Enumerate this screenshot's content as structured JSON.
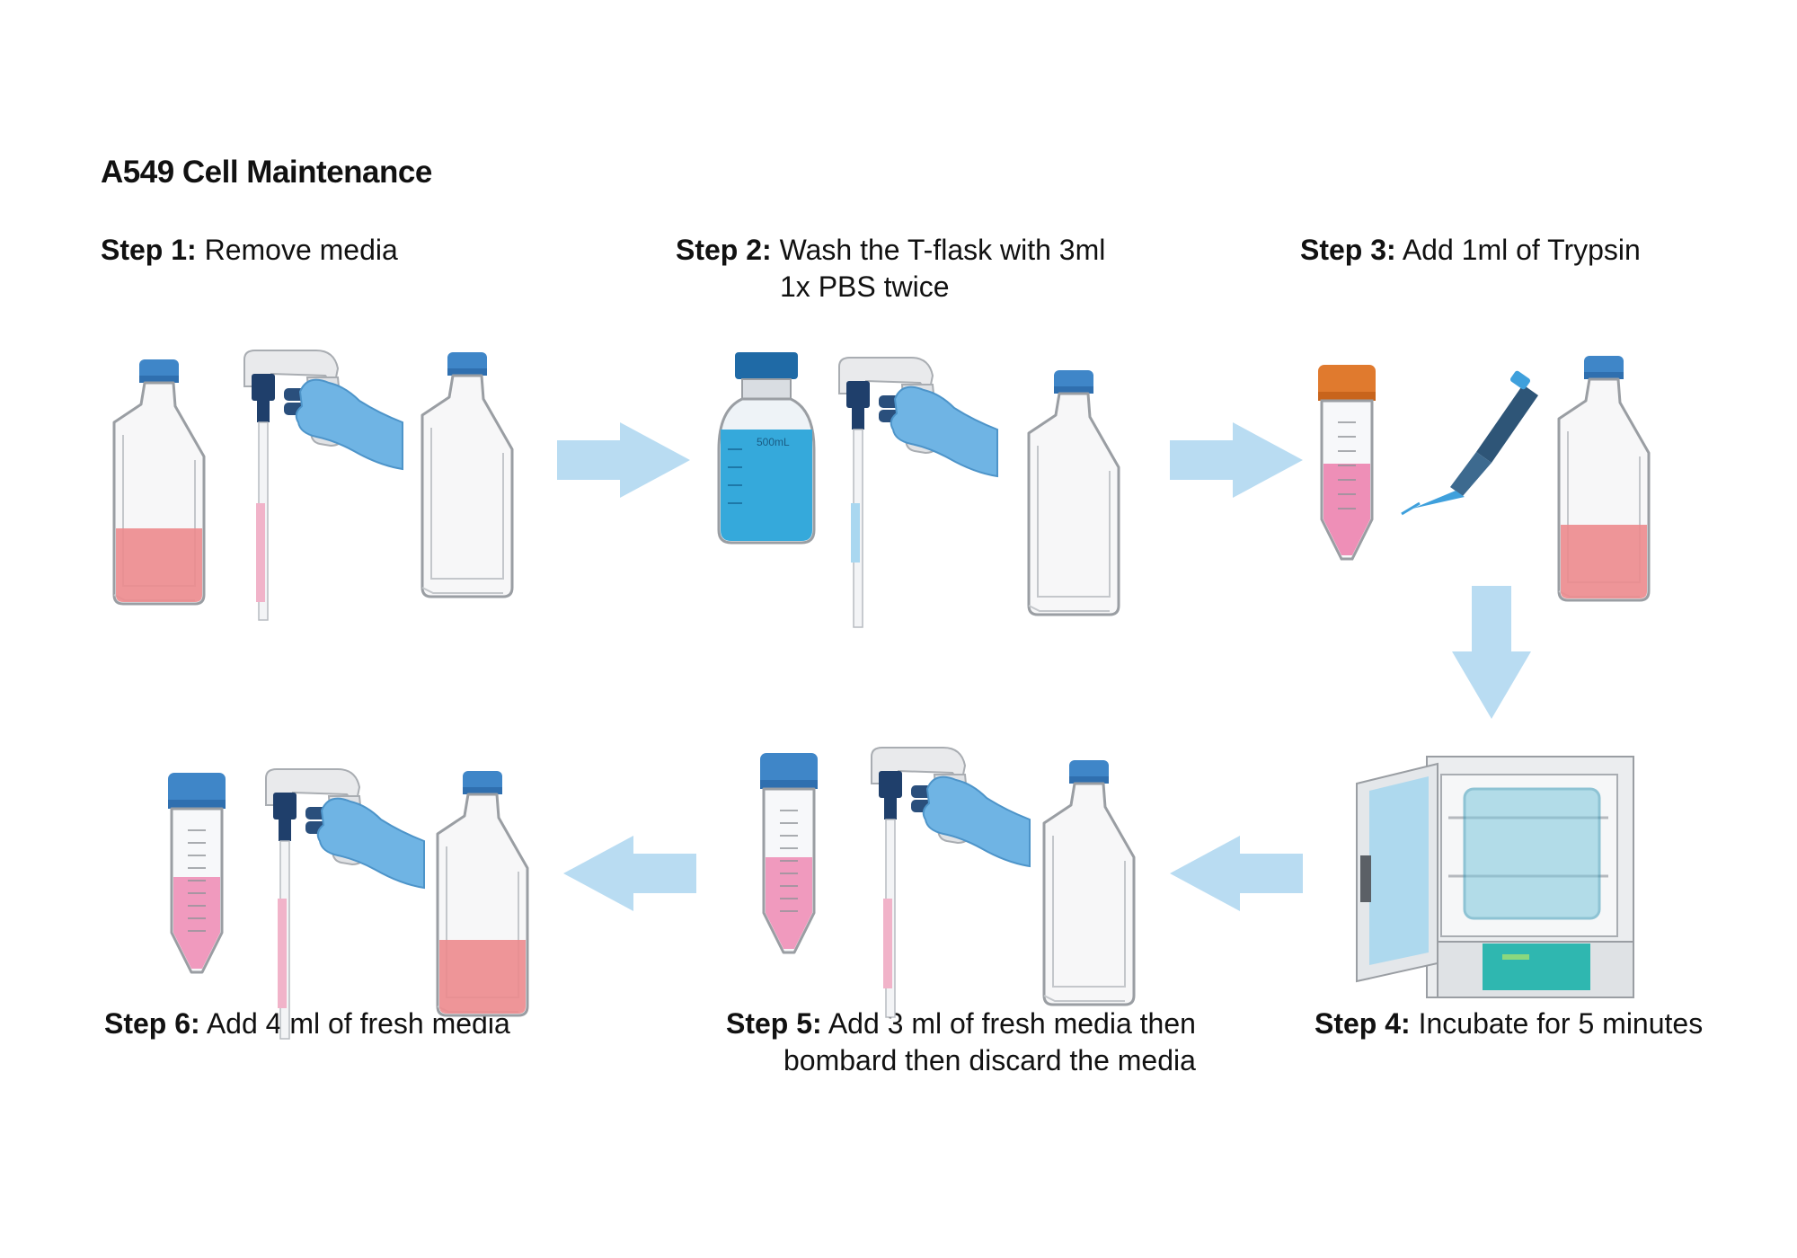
{
  "title": "A549 Cell Maintenance",
  "steps": [
    {
      "label": "Step 1:",
      "text": "Remove media"
    },
    {
      "label": "Step 2:",
      "text": "Wash the T-flask with 3ml",
      "text2": "1x PBS twice"
    },
    {
      "label": "Step 3:",
      "text": "Add 1ml of Trypsin"
    },
    {
      "label": "Step 4:",
      "text": "Incubate for 5 minutes"
    },
    {
      "label": "Step 5:",
      "text": "Add 3 ml of fresh media then",
      "text2": "bombard then discard the media"
    },
    {
      "label": "Step 6:",
      "text": "Add 4 ml of fresh media"
    }
  ],
  "bottle_label": "500mL",
  "colors": {
    "arrow": "#b9dcf2",
    "media": "#ec8a8d",
    "cap_blue": "#3f86c8",
    "cap_orange": "#e07a2e",
    "pbs": "#35a9db",
    "glove": "#6fb4e4",
    "incubator_panel": "#2fb7b0"
  },
  "icons": [
    "flask-icon",
    "pipette-controller-icon",
    "media-bottle-icon",
    "conical-tube-icon",
    "micropipette-icon",
    "incubator-icon",
    "arrow-icon"
  ]
}
